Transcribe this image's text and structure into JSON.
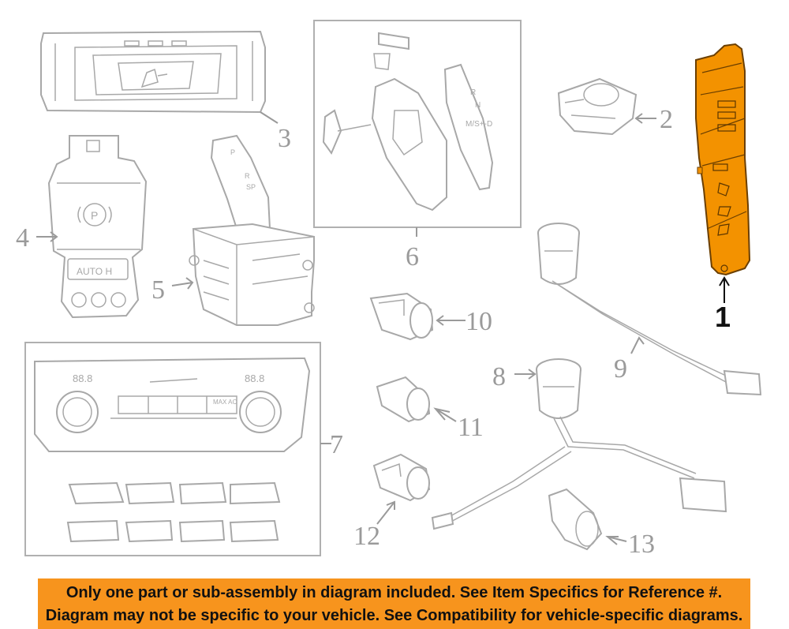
{
  "callouts": {
    "c1": "1",
    "c2": "2",
    "c3": "3",
    "c4": "4",
    "c5": "5",
    "c6": "6",
    "c7": "7",
    "c8": "8",
    "c9": "9",
    "c10": "10",
    "c11": "11",
    "c12": "12",
    "c13": "13"
  },
  "part_labels": {
    "autoh": "AUTO H",
    "park": "P",
    "shift_r": "R",
    "shift_n": "N",
    "shift_d": "D",
    "shift_sp": "SP",
    "shift_msp": "M/S+-D",
    "temp_left": "88.8",
    "temp_right": "88.8",
    "max_ac": "MAX AC"
  },
  "banner": {
    "line1": "Only one part or sub-assembly in diagram included. See Item Specifics for Reference #.",
    "line2": "Diagram may not be specific to your vehicle. See Compatibility for vehicle-specific diagrams."
  },
  "colors": {
    "highlight": "#f39200",
    "banner": "#f7941d",
    "line": "#a8a8a8"
  }
}
